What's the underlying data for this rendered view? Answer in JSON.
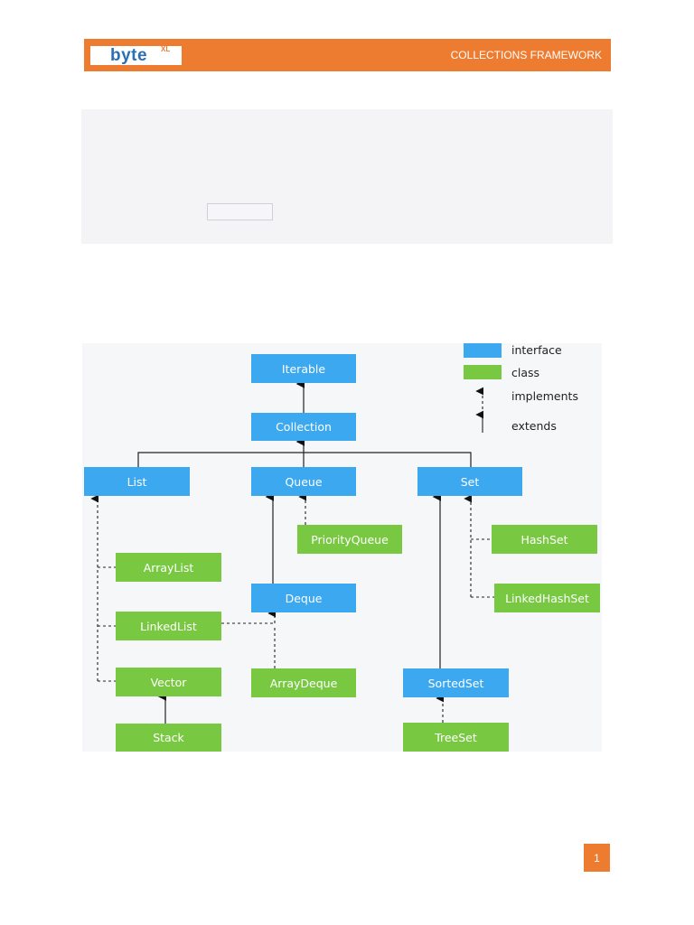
{
  "header": {
    "logo_text": "byte",
    "logo_superscript": "XL",
    "title": "COLLECTIONS FRAMEWORK",
    "bar_color": "#ee7c30"
  },
  "legend": {
    "interface": "interface",
    "class": "class",
    "implements": "implements",
    "extends": "extends"
  },
  "colors": {
    "interface": "#3ba8ef",
    "class": "#79c842"
  },
  "nodes": {
    "iterable": "Iterable",
    "collection": "Collection",
    "list": "List",
    "queue": "Queue",
    "set": "Set",
    "priority_queue": "PriorityQueue",
    "hash_set": "HashSet",
    "array_list": "ArrayList",
    "deque": "Deque",
    "linked_hash_set": "LinkedHashSet",
    "linked_list": "LinkedList",
    "vector": "Vector",
    "array_deque": "ArrayDeque",
    "sorted_set": "SortedSet",
    "stack": "Stack",
    "tree_set": "TreeSet"
  },
  "footer": {
    "page_number": "1"
  }
}
